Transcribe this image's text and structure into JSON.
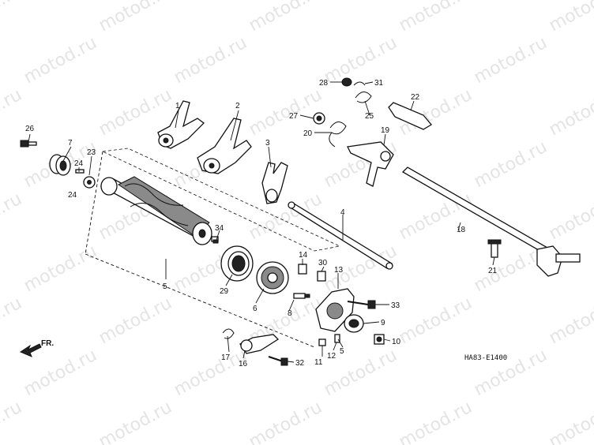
{
  "watermark": "motod.ru",
  "diagram_code": "HA83-E1400",
  "front_arrow_label": "FR.",
  "callouts": [
    {
      "id": "c1",
      "label": "1"
    },
    {
      "id": "c2",
      "label": "2"
    },
    {
      "id": "c3",
      "label": "3"
    },
    {
      "id": "c4",
      "label": "4"
    },
    {
      "id": "c5a",
      "label": "5"
    },
    {
      "id": "c5b",
      "label": "5"
    },
    {
      "id": "c6",
      "label": "6"
    },
    {
      "id": "c7",
      "label": "7"
    },
    {
      "id": "c8",
      "label": "8"
    },
    {
      "id": "c9",
      "label": "9"
    },
    {
      "id": "c10",
      "label": "10"
    },
    {
      "id": "c11",
      "label": "11"
    },
    {
      "id": "c12",
      "label": "12"
    },
    {
      "id": "c13",
      "label": "13"
    },
    {
      "id": "c14",
      "label": "14"
    },
    {
      "id": "c16",
      "label": "16"
    },
    {
      "id": "c17",
      "label": "17"
    },
    {
      "id": "c18",
      "label": "18"
    },
    {
      "id": "c19",
      "label": "19"
    },
    {
      "id": "c20",
      "label": "20"
    },
    {
      "id": "c21",
      "label": "21"
    },
    {
      "id": "c22",
      "label": "22"
    },
    {
      "id": "c23",
      "label": "23"
    },
    {
      "id": "c24a",
      "label": "24"
    },
    {
      "id": "c24b",
      "label": "24"
    },
    {
      "id": "c25",
      "label": "25"
    },
    {
      "id": "c26",
      "label": "26"
    },
    {
      "id": "c27",
      "label": "27"
    },
    {
      "id": "c28",
      "label": "28"
    },
    {
      "id": "c29",
      "label": "29"
    },
    {
      "id": "c30",
      "label": "30"
    },
    {
      "id": "c31",
      "label": "31"
    },
    {
      "id": "c32",
      "label": "32"
    },
    {
      "id": "c33",
      "label": "33"
    },
    {
      "id": "c34",
      "label": "34"
    }
  ]
}
